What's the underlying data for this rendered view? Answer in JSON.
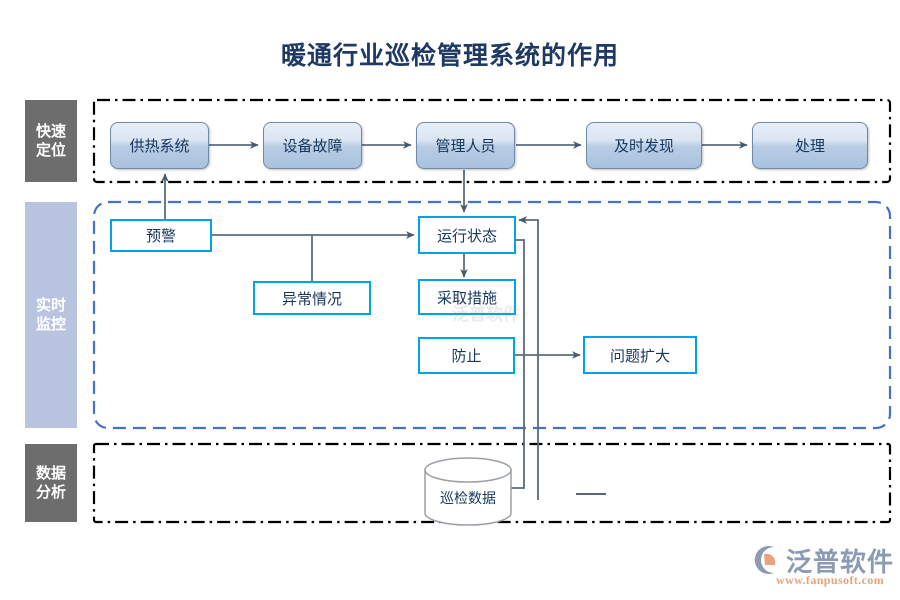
{
  "page": {
    "title": "暖通行业巡检管理系统的作用",
    "title_color": "#1f3864",
    "background": "#ffffff"
  },
  "sections": [
    {
      "id": "quick-positioning",
      "line1": "快速",
      "line2": "定位",
      "bg": "#6d6d6d",
      "text_color": "#ffffff"
    },
    {
      "id": "real-time-monitoring",
      "line1": "实时",
      "line2": "监控",
      "bg": "#b8c4e0",
      "text_color": "#ffffff"
    },
    {
      "id": "data-analysis",
      "line1": "数据",
      "line2": "分析",
      "bg": "#6d6d6d",
      "text_color": "#ffffff"
    }
  ],
  "groups": [
    {
      "id": "quick-positioning-group",
      "border": "#000000",
      "style": "dash-dot"
    },
    {
      "id": "real-time-monitoring-group",
      "border": "#4472c4",
      "style": "dashed-rounded"
    },
    {
      "id": "data-analysis-group",
      "border": "#000000",
      "style": "dash-dot"
    }
  ],
  "flow_top": {
    "accent": "#00a2e8",
    "box_border": "#6f89a8",
    "text_color": "#17375e",
    "nodes": [
      {
        "id": "heating-system",
        "label": "供热系统"
      },
      {
        "id": "equipment-fault",
        "label": "设备故障"
      },
      {
        "id": "management-staff",
        "label": "管理人员"
      },
      {
        "id": "timely-discovery",
        "label": "及时发现"
      },
      {
        "id": "handling",
        "label": "处理"
      }
    ]
  },
  "flow_middle": {
    "accent": "#00a2e8",
    "text_color": "#17375e",
    "nodes": [
      {
        "id": "early-warning",
        "label": "预警"
      },
      {
        "id": "abnormal-situation",
        "label": "异常情况"
      },
      {
        "id": "running-status",
        "label": "运行状态"
      },
      {
        "id": "take-measures",
        "label": "采取措施"
      },
      {
        "id": "prevent",
        "label": "防止"
      },
      {
        "id": "problem-expansion",
        "label": "问题扩大"
      }
    ]
  },
  "flow_bottom": {
    "nodes": [
      {
        "id": "inspection-data",
        "label": "巡检数据",
        "shape": "cylinder"
      }
    ]
  },
  "connector_color": "#5b6b7d",
  "logo": {
    "name": "泛普软件",
    "url": "www.fanpusoft.com",
    "name_color": "#8b9bb4",
    "url_color": "#e8a37c"
  },
  "watermark": {
    "text": "泛普软件"
  }
}
